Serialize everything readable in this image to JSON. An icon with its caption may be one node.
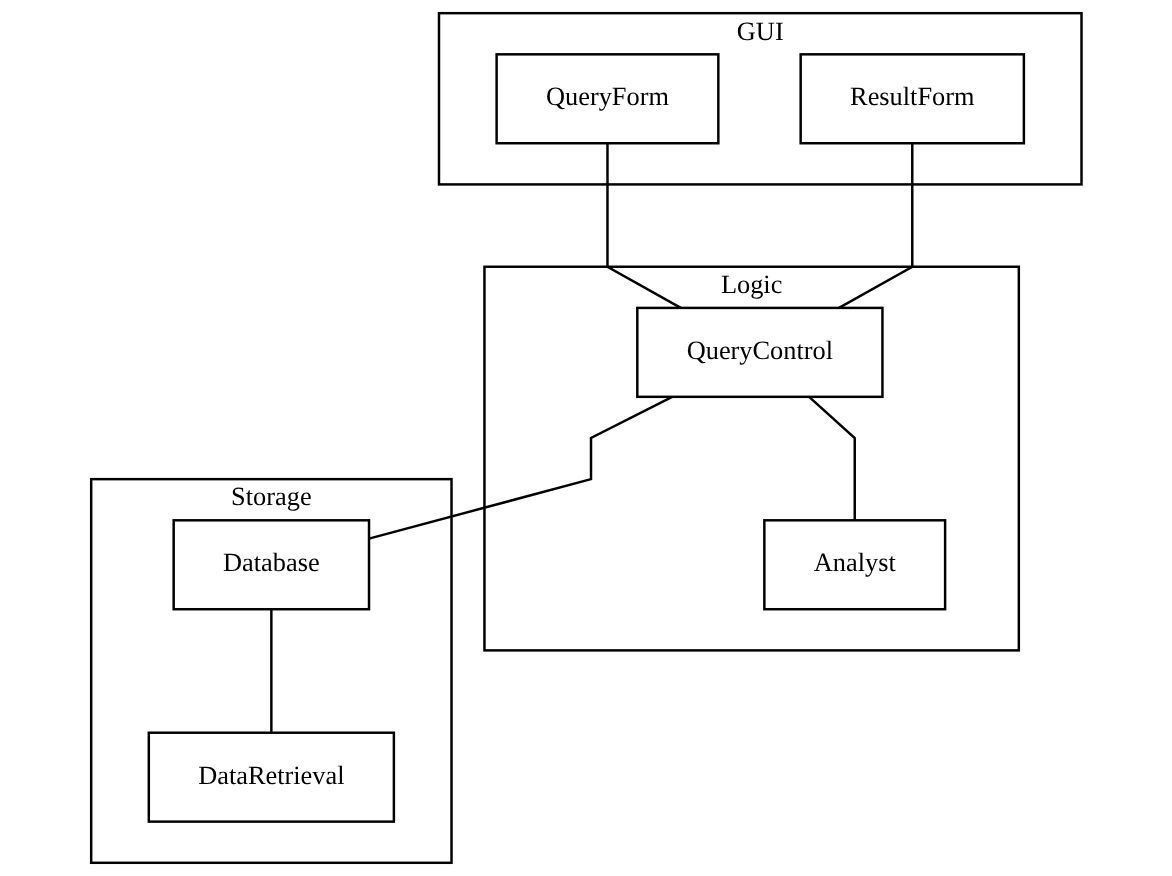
{
  "diagram": {
    "nodes": [
      {
        "text": [
          "GUI"
        ]
      },
      {
        "text": [
          "QueryForm"
        ],
        "in": 0
      },
      {
        "text": [
          "ResultForm"
        ],
        "in": 0
      },
      {
        "text": [
          "Logic"
        ]
      },
      {
        "text": [
          "QueryControl"
        ],
        "in": 3
      },
      {
        "text": [
          "Analyst"
        ],
        "in": 3
      },
      {
        "text": [
          "Storage"
        ]
      },
      {
        "text": [
          "Database"
        ],
        "in": 6
      },
      {
        "text": [
          "DataRetrieval"
        ],
        "in": 6
      }
    ],
    "edges": [
      {
        "from": 1,
        "to": 4,
        "arrow": "none"
      },
      {
        "from": 2,
        "to": 4,
        "arrow": "none"
      },
      {
        "from": 4,
        "to": 5,
        "arrow": "none"
      },
      {
        "from": 4,
        "to": 7,
        "arrow": "none"
      },
      {
        "from": 7,
        "to": 8,
        "arrow": "none"
      }
    ]
  }
}
